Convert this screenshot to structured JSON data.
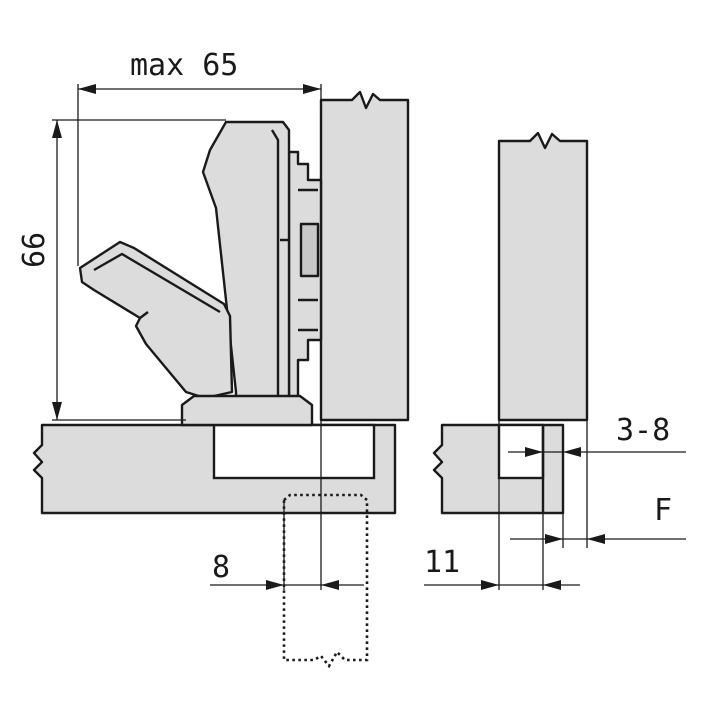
{
  "dimensions": {
    "overlay_width": "max 65",
    "height": "66",
    "drill_offset": "8",
    "door_gap": "11",
    "clearance": "3-8",
    "force_label": "F"
  },
  "colors": {
    "panel_fill": "#dcdcdc",
    "line": "#1a1a1a",
    "background": "#ffffff"
  }
}
